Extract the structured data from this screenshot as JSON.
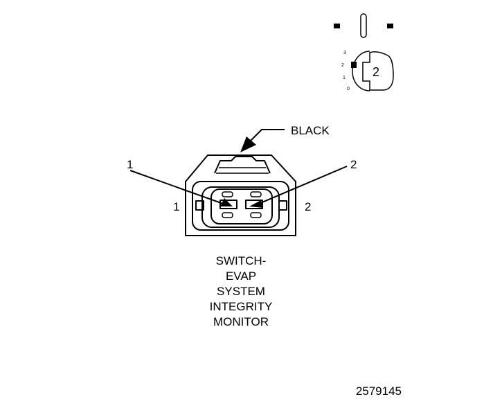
{
  "key_icon": {
    "scale_labels": [
      "3",
      "2",
      "1",
      "0"
    ],
    "key_number": "2"
  },
  "connector": {
    "color_label": "BLACK",
    "wire_callout_left": "1",
    "wire_callout_right": "2",
    "pin_label_left": "1",
    "pin_label_right": "2"
  },
  "component_name_lines": [
    "SWITCH-",
    "EVAP",
    "SYSTEM",
    "INTEGRITY",
    "MONITOR"
  ],
  "figure_id": "2579145"
}
